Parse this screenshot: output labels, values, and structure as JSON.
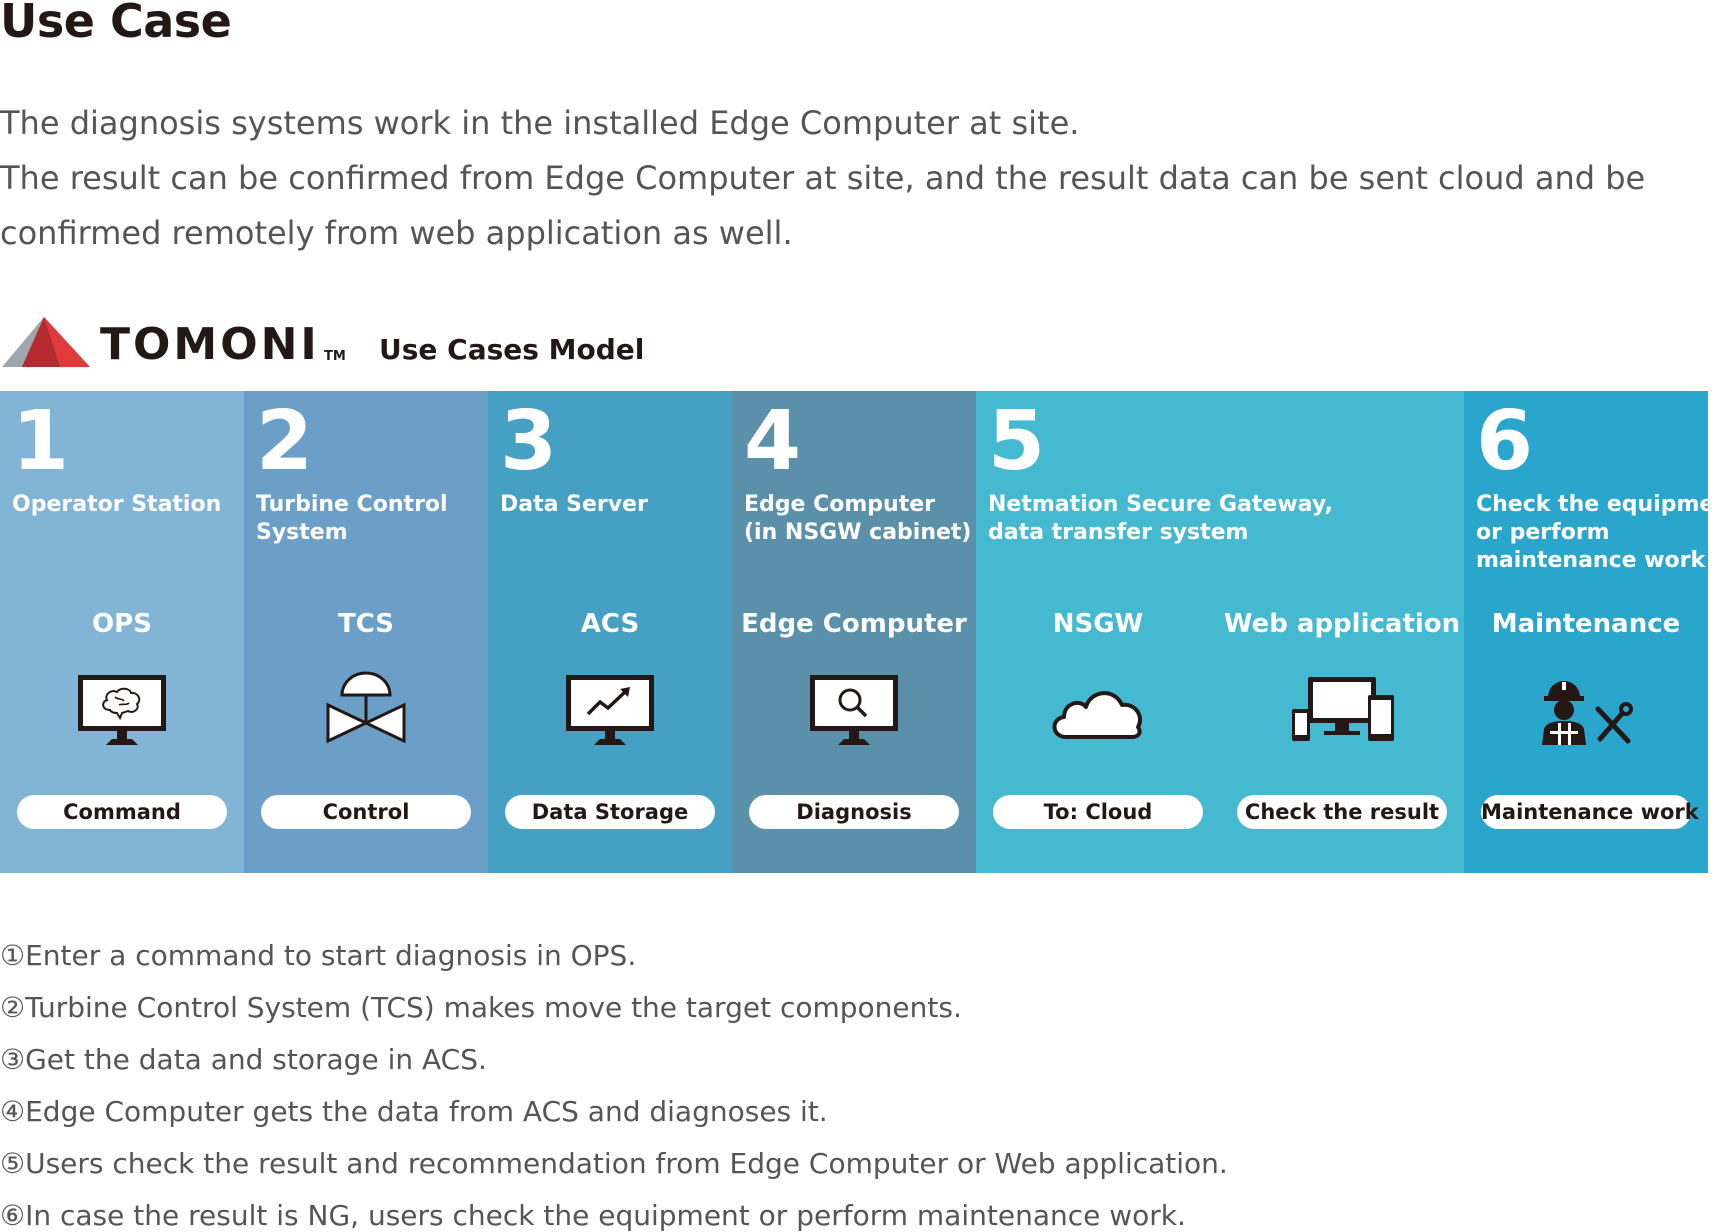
{
  "title": "Use Case",
  "intro": [
    "The diagnosis systems work in the installed Edge Computer at site.",
    "The result can be confirmed from Edge Computer at site, and the result data can be sent cloud and be",
    "confirmed remotely from web application as well."
  ],
  "logo": {
    "name": "TOMONI",
    "tm": "TM",
    "model_label": "Use Cases Model"
  },
  "columns": [
    {
      "num": "1",
      "heading": [
        "Operator Station"
      ],
      "color": "#82b4d6",
      "units": [
        {
          "label": "OPS",
          "icon": "monitor-brain-icon",
          "pill": "Command"
        }
      ]
    },
    {
      "num": "2",
      "heading": [
        "Turbine Control",
        "System"
      ],
      "color": "#6b9fc8",
      "units": [
        {
          "label": "TCS",
          "icon": "valve-icon",
          "pill": "Control"
        }
      ]
    },
    {
      "num": "3",
      "heading": [
        "Data Server"
      ],
      "color": "#45a0c3",
      "units": [
        {
          "label": "ACS",
          "icon": "monitor-chart-icon",
          "pill": "Data Storage"
        }
      ]
    },
    {
      "num": "4",
      "heading": [
        "Edge Computer",
        "(in NSGW cabinet)"
      ],
      "color": "#5a90aa",
      "units": [
        {
          "label": "Edge Computer",
          "icon": "monitor-magnifier-icon",
          "pill": "Diagnosis"
        }
      ]
    },
    {
      "num": "5",
      "heading": [
        "Netmation Secure Gateway,",
        "data transfer system"
      ],
      "color": "#45b9cf",
      "units": [
        {
          "label": "NSGW",
          "icon": "cloud-icon",
          "pill": "To: Cloud"
        },
        {
          "label": "Web application",
          "icon": "devices-icon",
          "pill": "Check the result"
        }
      ]
    },
    {
      "num": "6",
      "heading": [
        "Check the equipment",
        "or perform",
        "maintenance work"
      ],
      "color": "#2aa6cc",
      "units": [
        {
          "label": "Maintenance",
          "icon": "worker-tools-icon",
          "pill": "Maintenance work"
        }
      ]
    }
  ],
  "steps": [
    "①Enter a command to start diagnosis in OPS.",
    "②Turbine Control System (TCS) makes move the target components.",
    "③Get the data and storage in ACS.",
    "④Edge Computer gets the data from ACS and diagnoses it.",
    "⑤Users check the result and recommendation from Edge Computer or Web application.",
    "⑥In case the result is NG, users check the equipment or perform maintenance work."
  ]
}
